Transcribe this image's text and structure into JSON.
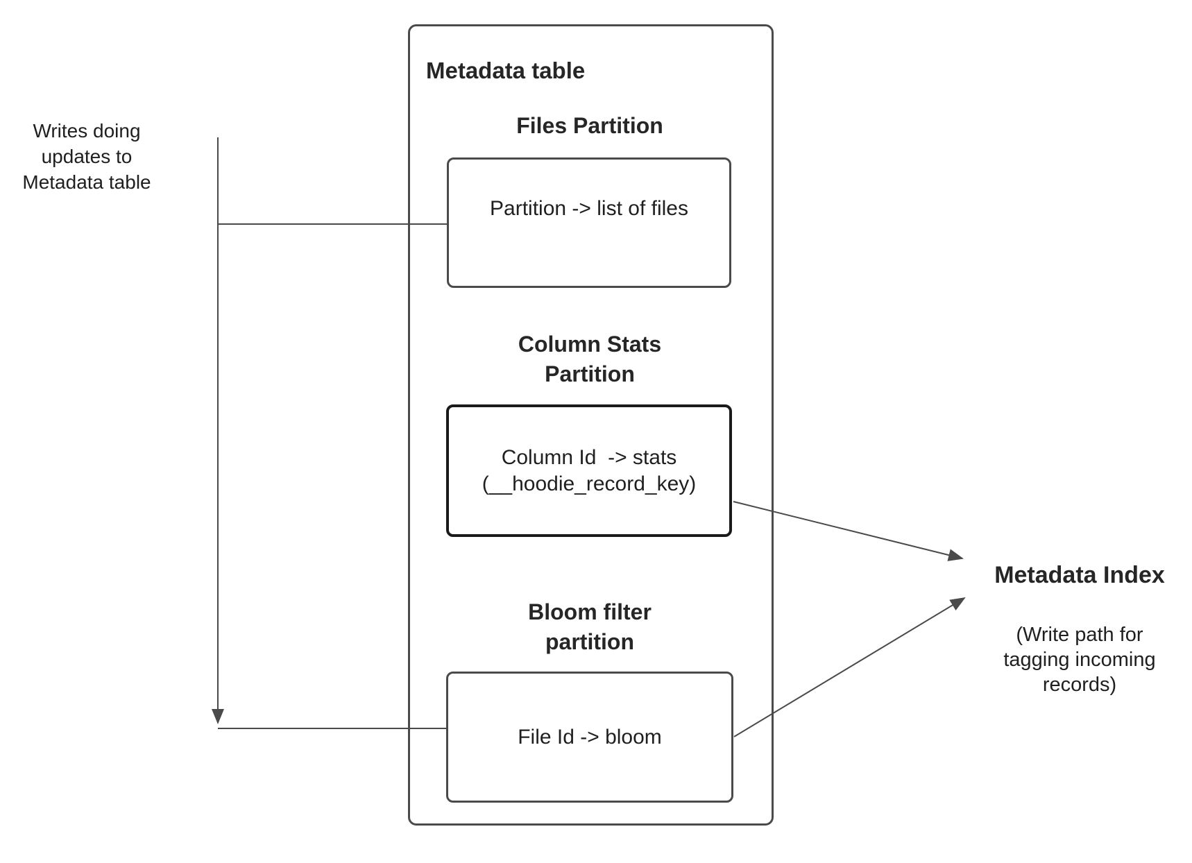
{
  "diagram": {
    "left_note": "Writes doing\nupdates to\nMetadata table",
    "metadata_table": {
      "title": "Metadata table",
      "sections": [
        {
          "header": "Files Partition",
          "box_text": "Partition -> list of files"
        },
        {
          "header": "Column Stats\nPartition",
          "box_text": "Column Id  -> stats\n(__hoodie_record_key)"
        },
        {
          "header": "Bloom filter\npartition",
          "box_text": "File Id -> bloom"
        }
      ]
    },
    "metadata_index": {
      "title": "Metadata Index",
      "subtitle": "(Write path for\ntagging incoming\nrecords)"
    },
    "colors": {
      "line": "#4a4a4a",
      "box_border": "#4a4a4a",
      "emphasis_border": "#1a1a1a",
      "text": "#1f1f1f"
    }
  }
}
